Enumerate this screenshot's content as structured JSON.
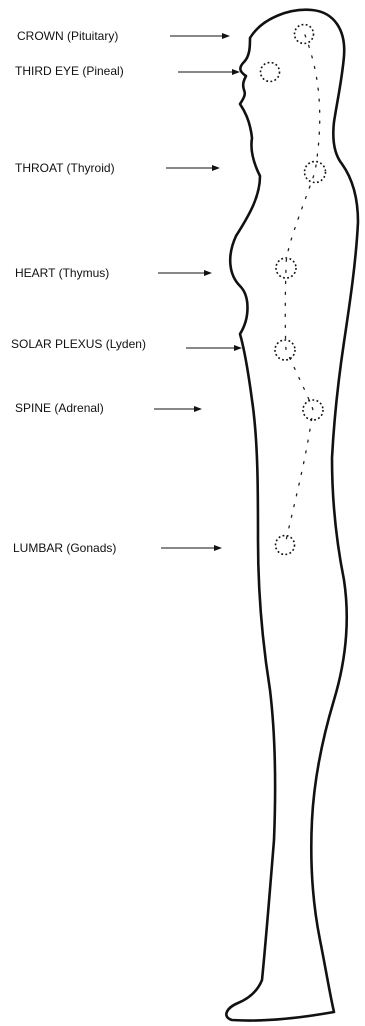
{
  "labels": [
    {
      "id": "crown",
      "text": "CROWN (Pituitary)"
    },
    {
      "id": "third-eye",
      "text": "THIRD EYE (Pineal)"
    },
    {
      "id": "throat",
      "text": "THROAT (Thyroid)"
    },
    {
      "id": "heart",
      "text": "HEART (Thymus)"
    },
    {
      "id": "solar-plexus",
      "text": "SOLAR PLEXUS (Lyden)"
    },
    {
      "id": "spine",
      "text": "SPINE (Adrenal)"
    },
    {
      "id": "lumbar",
      "text": "LUMBAR (Gonads)"
    }
  ]
}
